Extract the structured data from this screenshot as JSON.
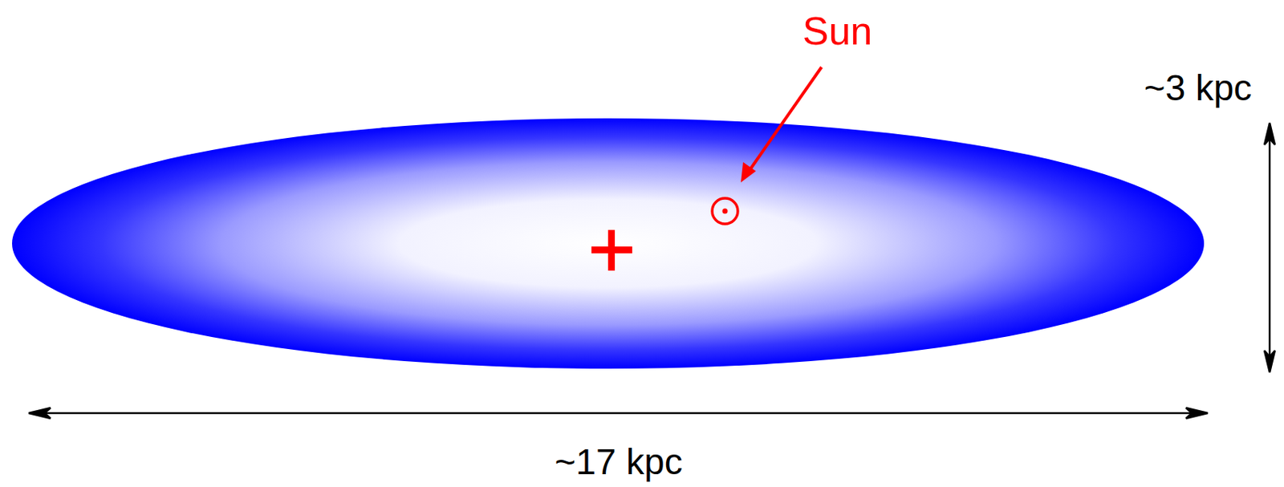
{
  "diagram": {
    "labels": [
      "Sun",
      "~3 kpc",
      "~17 kpc"
    ]
  }
}
